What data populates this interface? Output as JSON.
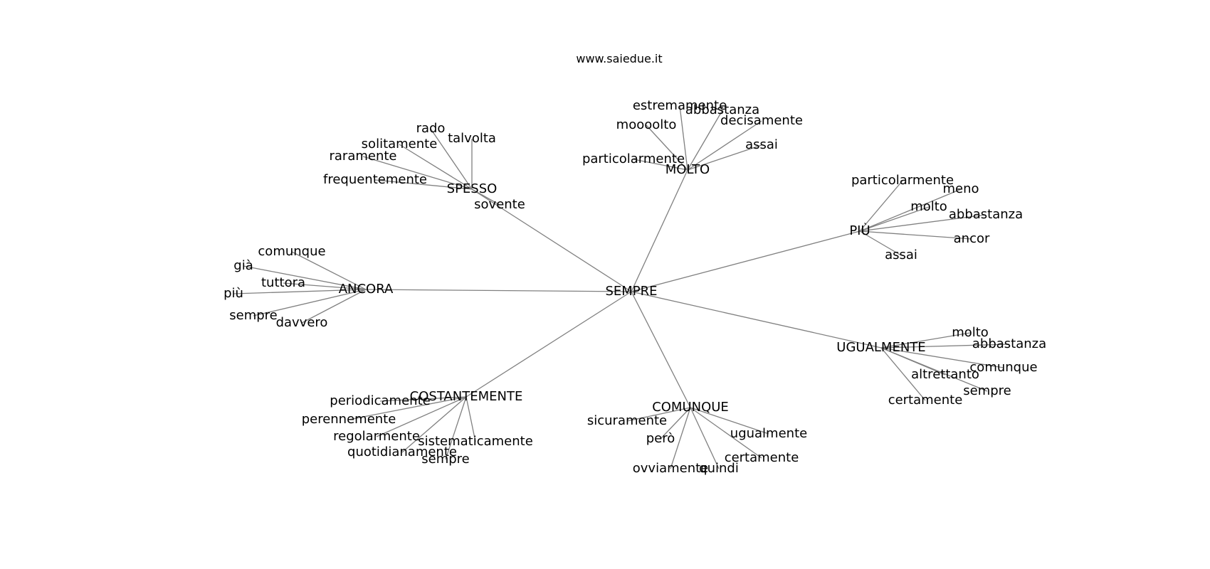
{
  "title": "www.saiedue.it",
  "root": "SEMPRE",
  "branches": [
    {
      "label": "MOLTO",
      "children": [
        "estremamente",
        "abbastanza",
        "decisamente",
        "moooolto",
        "assai",
        "particolarmente"
      ]
    },
    {
      "label": "SPESSO",
      "children": [
        "rado",
        "talvolta",
        "solitamente",
        "raramente",
        "frequentemente",
        "sovente"
      ]
    },
    {
      "label": "PIÙ",
      "children": [
        "particolarmente",
        "meno",
        "molto",
        "abbastanza",
        "ancor",
        "assai"
      ]
    },
    {
      "label": "ANCORA",
      "children": [
        "comunque",
        "già",
        "tuttora",
        "più",
        "sempre",
        "davvero"
      ]
    },
    {
      "label": "UGUALMENTE",
      "children": [
        "molto",
        "abbastanza",
        "comunque",
        "altrettanto",
        "sempre",
        "certamente"
      ]
    },
    {
      "label": "COSTANTEMENTE",
      "children": [
        "periodicamente",
        "perennemente",
        "regolarmente",
        "sistematicamente",
        "quotidianamente",
        "sempre"
      ]
    },
    {
      "label": "COMUNQUE",
      "children": [
        "sicuramente",
        "ugualmente",
        "però",
        "certamente",
        "ovviamente",
        "quindi"
      ]
    }
  ]
}
